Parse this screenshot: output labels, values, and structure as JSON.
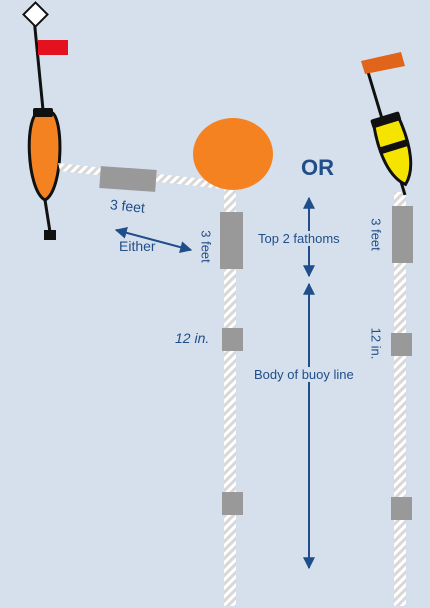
{
  "labels": {
    "or": "OR",
    "either": "Either",
    "three_feet": "3 feet",
    "twelve_in": "12 in.",
    "top_two_fathoms": "Top 2 fathoms",
    "body_of_buoy_line": "Body of buoy line"
  },
  "colors": {
    "background": "#d5e0ec",
    "orange_buoy": "#f58220",
    "yellow_buoy": "#f5e400",
    "red_flag": "#e3121e",
    "orange_flag": "#e0641a",
    "marker_gray": "#999999",
    "arrow_navy": "#1f4e8a"
  }
}
